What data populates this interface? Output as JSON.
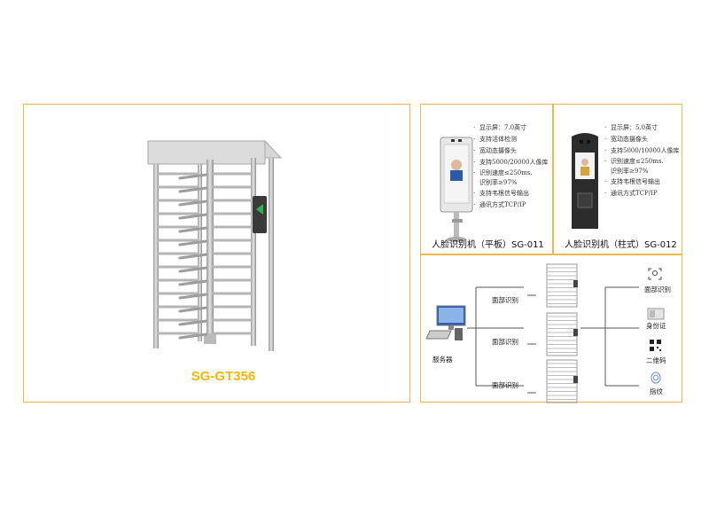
{
  "main_product": {
    "code": "SG-GT356"
  },
  "face_tablet": {
    "specs": [
      "显示屏：7.0英寸",
      "支持活体检测",
      "宽动态摄像头",
      "支持5000/20000人像库",
      "识别速度≤250ms.识别率≥97%",
      "支持韦根信号输出",
      "通讯方式TCP/IP"
    ],
    "caption": "人脸识别机（平板）SG-011"
  },
  "face_pillar": {
    "specs": [
      "显示屏：5.0英寸",
      "宽动态摄像头",
      "支持5000/10000人像库",
      "识别速度≤250ms.识别率≥97%",
      "支持韦根信号输出",
      "通讯方式TCP/IP"
    ],
    "caption": "人脸识别机（柱式）SG-012"
  },
  "topology": {
    "server_label": "服务器",
    "branch_labels": [
      "面部识别",
      "面部识别",
      "面部识别"
    ],
    "methods": [
      {
        "label": "面部识别",
        "icon": "face-scan-icon"
      },
      {
        "label": "身份证",
        "icon": "id-card-icon"
      },
      {
        "label": "二维码",
        "icon": "qr-code-icon"
      },
      {
        "label": "指纹",
        "icon": "fingerprint-icon"
      }
    ]
  },
  "colors": {
    "border": "#f0b84a",
    "code": "#f2b705",
    "steel": "#c9c9c9",
    "line": "#555555"
  }
}
